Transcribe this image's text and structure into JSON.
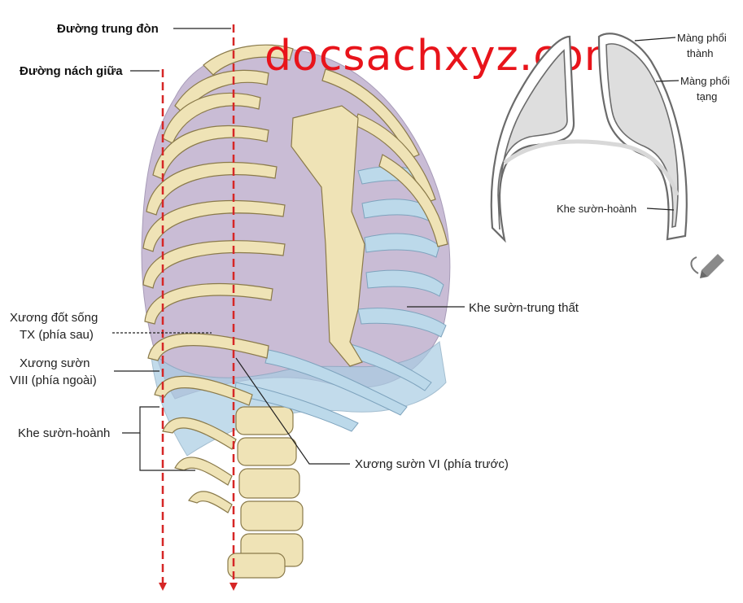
{
  "watermark": "docsachxyz.com",
  "colors": {
    "accent_red": "#d62626",
    "watermark": "#e8141b",
    "bone": "#efe3b6",
    "cartilage": "#bcd9ea",
    "lung": "#b8a6c8",
    "pleura_fill": "#dedede",
    "pleura_line": "#6b6b6b"
  },
  "labels": {
    "midclavicular_line": "Đường trung đòn",
    "midaxillary_line": "Đường nách giữa",
    "t10_vertebra": [
      "Xương đốt sống",
      "TX (phía sau)"
    ],
    "rib_viii": [
      "Xương sườn",
      "VIII (phía ngoài)"
    ],
    "costodiaphragmatic_left": "Khe sườn-hoành",
    "costomediastinal": "Khe sườn-trung thất",
    "rib_vi": "Xương sườn VI (phía trước)"
  },
  "inset": {
    "parietal_pleura": [
      "Màng phổi",
      "thành"
    ],
    "visceral_pleura": [
      "Màng phổi",
      "tạng"
    ],
    "costodiaphragmatic": "Khe sườn-hoành"
  },
  "icons": {
    "edit": "pencil-icon"
  }
}
